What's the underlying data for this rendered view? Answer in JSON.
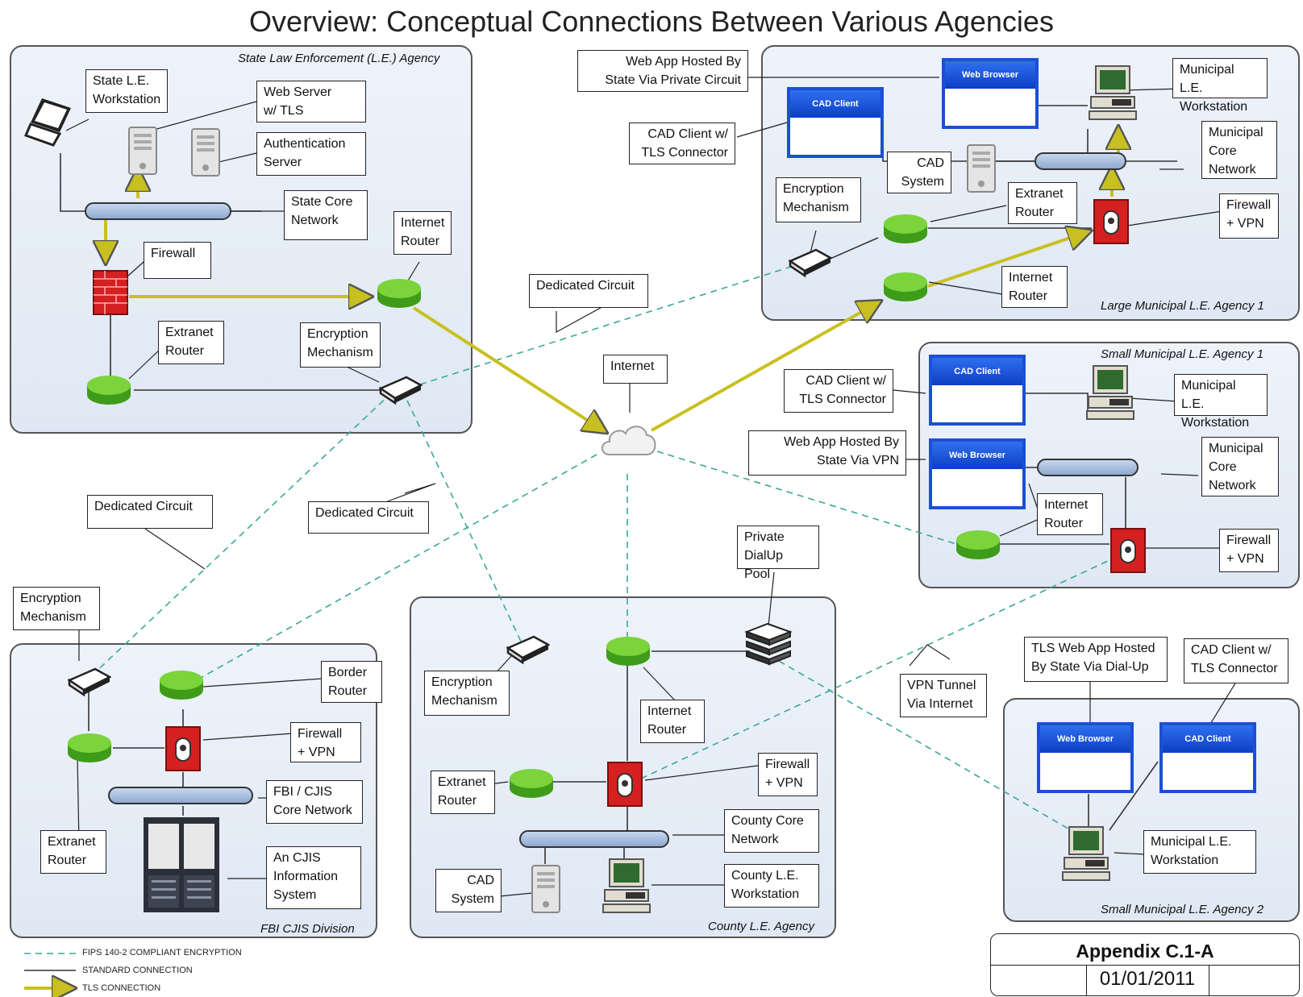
{
  "title": "Overview: Conceptual Connections Between Various Agencies",
  "zones": {
    "state": "State Law Enforcement (L.E.) Agency",
    "large_muni": "Large Municipal L.E. Agency 1",
    "small_muni1": "Small Municipal L.E. Agency 1",
    "fbi": "FBI CJIS Division",
    "county": "County L.E. Agency",
    "small_muni2": "Small Municipal L.E. Agency 2"
  },
  "windows": {
    "web_browser": "Web Browser",
    "cad_client": "CAD Client"
  },
  "callouts": {
    "state_workstation": "State L.E.\nWorkstation",
    "web_server": "Web Server\nw/ TLS",
    "auth_server": "Authentication\nServer",
    "state_core": "State Core\nNetwork",
    "state_firewall": "Firewall",
    "state_internet_router": "Internet\nRouter",
    "state_extranet_router": "Extranet\nRouter",
    "state_encryption": "Encryption\nMechanism",
    "dedicated_circuit_1": "Dedicated Circuit",
    "dedicated_circuit_2": "Dedicated Circuit",
    "dedicated_circuit_3": "Dedicated Circuit",
    "internet": "Internet",
    "lm_web_app": "Web App Hosted By\nState Via Private Circuit",
    "lm_workstation": "Municipal L.E.\nWorkstation",
    "lm_cad_client": "CAD Client w/\nTLS Connector",
    "lm_core": "Municipal\nCore\nNetwork",
    "lm_cad_system": "CAD\nSystem",
    "lm_encryption": "Encryption\nMechanism",
    "lm_extranet_router": "Extranet\nRouter",
    "lm_firewall": "Firewall\n+ VPN",
    "lm_internet_router": "Internet\nRouter",
    "sm1_cad_client": "CAD Client w/\nTLS Connector",
    "sm1_workstation": "Municipal L.E.\nWorkstation",
    "sm1_web_app": "Web App Hosted By\nState Via VPN",
    "sm1_core": "Municipal\nCore\nNetwork",
    "sm1_internet_router": "Internet\nRouter",
    "sm1_firewall": "Firewall\n+ VPN",
    "fbi_encryption": "Encryption\nMechanism",
    "fbi_border_router": "Border\nRouter",
    "fbi_firewall": "Firewall\n+ VPN",
    "fbi_core": "FBI / CJIS\nCore Network",
    "fbi_extranet_router": "Extranet\nRouter",
    "fbi_cjis_system": "An CJIS\nInformation\nSystem",
    "county_dialup": "Private\nDialUp Pool",
    "county_encryption": "Encryption\nMechanism",
    "county_internet_router": "Internet\nRouter",
    "county_firewall": "Firewall\n+ VPN",
    "county_extranet_router": "Extranet\nRouter",
    "county_core": "County Core\nNetwork",
    "county_cad_system": "CAD\nSystem",
    "county_workstation": "County L.E.\nWorkstation",
    "vpn_tunnel": "VPN Tunnel\nVia Internet",
    "sm2_tls_web_app": "TLS Web App Hosted\nBy State Via Dial-Up",
    "sm2_cad_client": "CAD Client w/\nTLS Connector",
    "sm2_workstation": "Municipal L.E.\nWorkstation"
  },
  "legend": {
    "fips": "FIPS 140-2 COMPLIANT ENCRYPTION",
    "standard": "STANDARD CONNECTION",
    "tls": "TLS CONNECTION"
  },
  "colors": {
    "encryption_line": "#3aa89a",
    "standard_line": "#333333",
    "tls_line": "#c8c020",
    "router": "#5fbf2a",
    "firewall": "#d42020",
    "window_border": "#1c4fd3"
  },
  "appendix": {
    "title": "Appendix C.1-A",
    "date": "01/01/2011"
  }
}
